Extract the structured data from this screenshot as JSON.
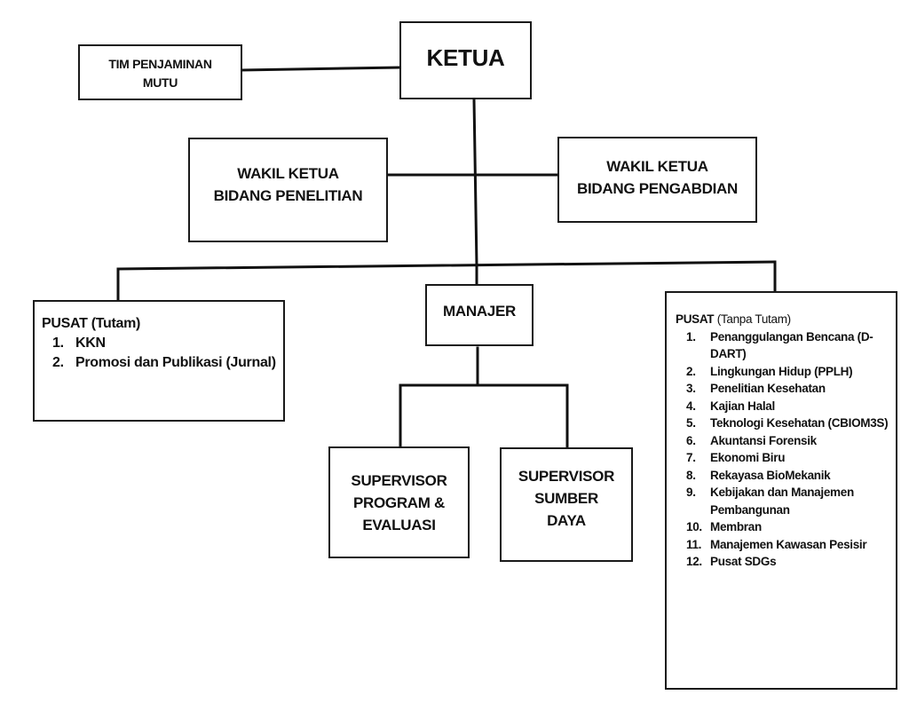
{
  "diagram": {
    "type": "organization-chart",
    "nodes": {
      "ketua": {
        "label": [
          "KETUA"
        ]
      },
      "tim_penjaminan_mutu": {
        "label": [
          "TIM PENJAMINAN",
          "MUTU"
        ]
      },
      "wakil_ketua_penelitian": {
        "label": [
          "WAKIL KETUA",
          "BIDANG PENELITIAN"
        ]
      },
      "wakil_ketua_pengabdian": {
        "label": [
          "WAKIL KETUA",
          "BIDANG PENGABDIAN"
        ]
      },
      "manajer": {
        "label": [
          "MANAJER"
        ]
      },
      "supervisor_program": {
        "label": [
          "SUPERVISOR",
          "PROGRAM &",
          "EVALUASI"
        ]
      },
      "supervisor_sumber_daya": {
        "label": [
          "SUPERVISOR",
          "SUMBER",
          "DAYA"
        ]
      },
      "pusat_tutam": {
        "title": "PUSAT",
        "subtitle": "(Tutam)",
        "items": [
          {
            "num": "1.",
            "text": "KKN"
          },
          {
            "num": "2.",
            "text": "Promosi dan Publikasi (Jurnal)"
          }
        ]
      },
      "pusat_tanpa_tutam": {
        "title": "PUSAT",
        "subtitle": "(Tanpa Tutam)",
        "items": [
          {
            "num": "1.",
            "text": "Penanggulangan Bencana (D-DART)"
          },
          {
            "num": "2.",
            "text": "Lingkungan Hidup (PPLH)"
          },
          {
            "num": "3.",
            "text": "Penelitian Kesehatan"
          },
          {
            "num": "4.",
            "text": "Kajian Halal"
          },
          {
            "num": "5.",
            "text": "Teknologi Kesehatan (CBIOM3S)"
          },
          {
            "num": "6.",
            "text": "Akuntansi Forensik"
          },
          {
            "num": "7.",
            "text": "Ekonomi Biru"
          },
          {
            "num": "8.",
            "text": "Rekayasa BioMekanik"
          },
          {
            "num": "9.",
            "text": "Kebijakan dan Manajemen Pembangunan"
          },
          {
            "num": "10.",
            "text": "Membran"
          },
          {
            "num": "11.",
            "text": "Manajemen Kawasan Pesisir"
          },
          {
            "num": "12.",
            "text": "Pusat SDGs"
          }
        ]
      }
    },
    "edges": [
      {
        "from": "ketua",
        "to": "tim_penjaminan_mutu"
      },
      {
        "from": "ketua",
        "to": "wakil_ketua_penelitian"
      },
      {
        "from": "ketua",
        "to": "wakil_ketua_pengabdian"
      },
      {
        "from": "ketua",
        "to": "pusat_tutam"
      },
      {
        "from": "ketua",
        "to": "manajer"
      },
      {
        "from": "ketua",
        "to": "pusat_tanpa_tutam"
      },
      {
        "from": "manajer",
        "to": "supervisor_program"
      },
      {
        "from": "manajer",
        "to": "supervisor_sumber_daya"
      }
    ]
  }
}
